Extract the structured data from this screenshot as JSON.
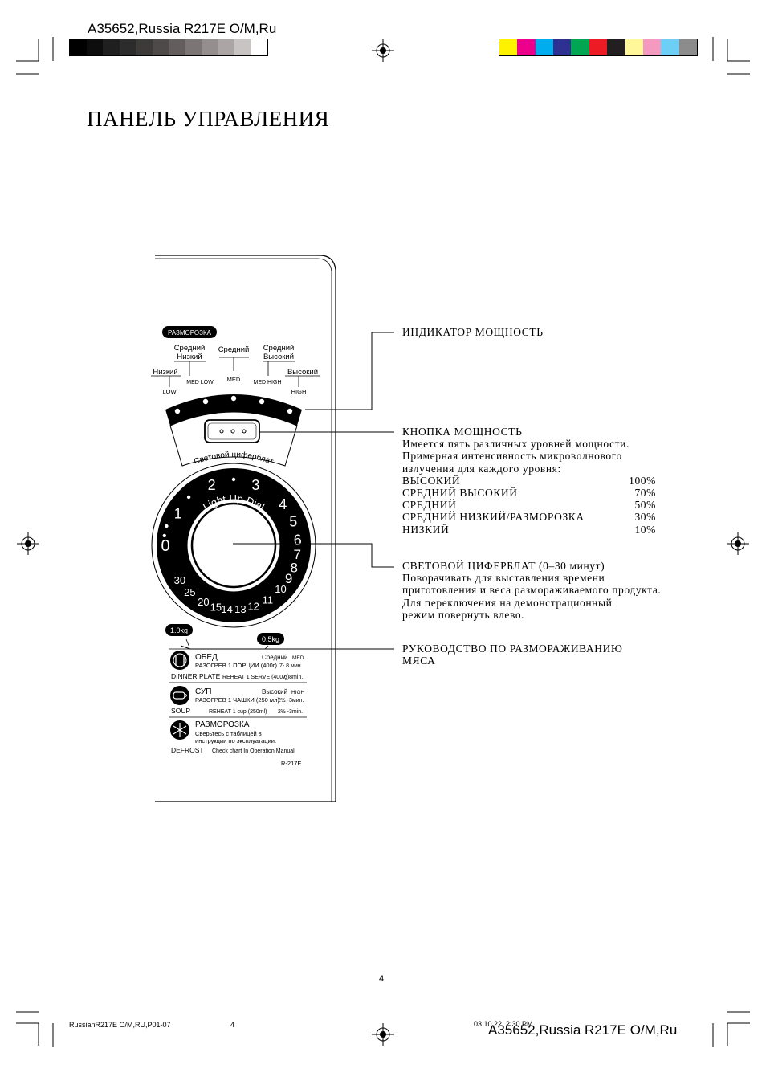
{
  "header": {
    "top_title": "A35652,Russia R217E O/M,Ru",
    "bottom_title": "A35652,Russia R217E O/M,Ru",
    "gray_swatches": [
      "#000000",
      "#0d0d0d",
      "#1f1f1f",
      "#2c2c2c",
      "#3d3a3a",
      "#4f4a4a",
      "#645d5d",
      "#7b7575",
      "#948e8e",
      "#aba5a5",
      "#c9c4c4",
      "#ffffff"
    ],
    "color_swatches": [
      "#fff200",
      "#ec008c",
      "#00aeef",
      "#2e3192",
      "#00a651",
      "#ed1c24",
      "#231f20",
      "#fff799",
      "#f49ac1",
      "#6dcff6",
      "#8c8c8c"
    ]
  },
  "page_title": "ПАНЕЛЬ УПРАВЛЕНИЯ",
  "panel": {
    "defrost_badge": "РАЗМОРОЗКА",
    "levels": {
      "med_low_ru_1": "Средний",
      "med_low_ru_2": "Низкий",
      "med_ru": "Средний",
      "med_high_ru_1": "Средний",
      "med_high_ru_2": "Высокий",
      "low_ru": "Низкий",
      "high_ru": "Высокий",
      "med_low_en": "MED LOW",
      "med_en": "MED",
      "med_high_en": "MED HIGH",
      "low_en": "LOW",
      "high_en": "HIGH"
    },
    "light_dial_ru": "Световой циферблат",
    "light_dial_en": "Light Up Dial",
    "dial_numbers": [
      "0",
      "1",
      "2",
      "3",
      "4",
      "5",
      "6",
      "7",
      "8",
      "9",
      "10",
      "11",
      "12",
      "13",
      "14",
      "15",
      "20",
      "25",
      "30"
    ],
    "weight_1": "1.0kg",
    "weight_2": "0.5kg",
    "guide": {
      "dinner_ru": "ОБЕД",
      "dinner_level_ru": "Средний",
      "dinner_level_en": "MED",
      "dinner_reheat_ru": "РАЗОГРЕВ 1 ПОРЦИИ (400г)",
      "dinner_time_ru": "7- 8 мин.",
      "dinner_en": "DINNER PLATE",
      "dinner_reheat_en": "REHEAT 1 SERVE (400 g)",
      "dinner_time_en": "7- 8min.",
      "soup_ru": "СУП",
      "soup_level_ru": "Высокий",
      "soup_level_en": "HIGH",
      "soup_reheat_ru": "РАЗОГРЕВ 1 ЧАШКИ (250 мл)",
      "soup_time_ru": "2½ -3мин.",
      "soup_en": "SOUP",
      "soup_reheat_en": "REHEAT 1 cup (250ml)",
      "soup_time_en": "2½ -3min.",
      "defrost_ru": "РАЗМОРОЗКА",
      "defrost_note_ru_1": "Сверьтесь с таблицей в",
      "defrost_note_ru_2": "инструкции по эксплуатации.",
      "defrost_en": "DEFROST",
      "defrost_note_en": "Check chart In Operation Manual",
      "model": "R-217E"
    }
  },
  "callouts": {
    "indicator_title": "ИНДИКАТОР МОЩНОСТЬ",
    "button_title": "КНОПКА МОЩНОСТЬ",
    "button_desc_1": "Имеется пять различных уровней мощности.",
    "button_desc_2": "Примерная интенсивность микроволнового",
    "button_desc_3": "излучения для каждого уровня:",
    "power_levels": [
      {
        "name": "ВЫСОКИЙ",
        "value": "100%"
      },
      {
        "name": "СРЕДНИЙ ВЫСОКИЙ",
        "value": "70%"
      },
      {
        "name": "СРЕДНИЙ",
        "value": "50%"
      },
      {
        "name": "СРЕДНИЙ НИЗКИЙ/РАЗМОРОЗКА",
        "value": "30%"
      },
      {
        "name": "НИЗКИЙ",
        "value": "10%"
      }
    ],
    "dial_title": "СВЕТОВОЙ ЦИФЕРБЛАТ (0–30 минут)",
    "dial_desc_1": "Поворачивать для выставления времени",
    "dial_desc_2": "приготовления и веса размораживаемого продукта.",
    "dial_desc_3": "Для переключения на демонстрационный",
    "dial_desc_4": "режим повернуть влево.",
    "guide_title_1": "РУКОВОДСТВО ПО РАЗМОРАЖИВАНИЮ",
    "guide_title_2": "МЯСА"
  },
  "page_number": "4",
  "footer": {
    "file": "RussianR217E O/M,RU,P01-07",
    "page": "4",
    "date": "03.10.22, 2:30 PM"
  }
}
